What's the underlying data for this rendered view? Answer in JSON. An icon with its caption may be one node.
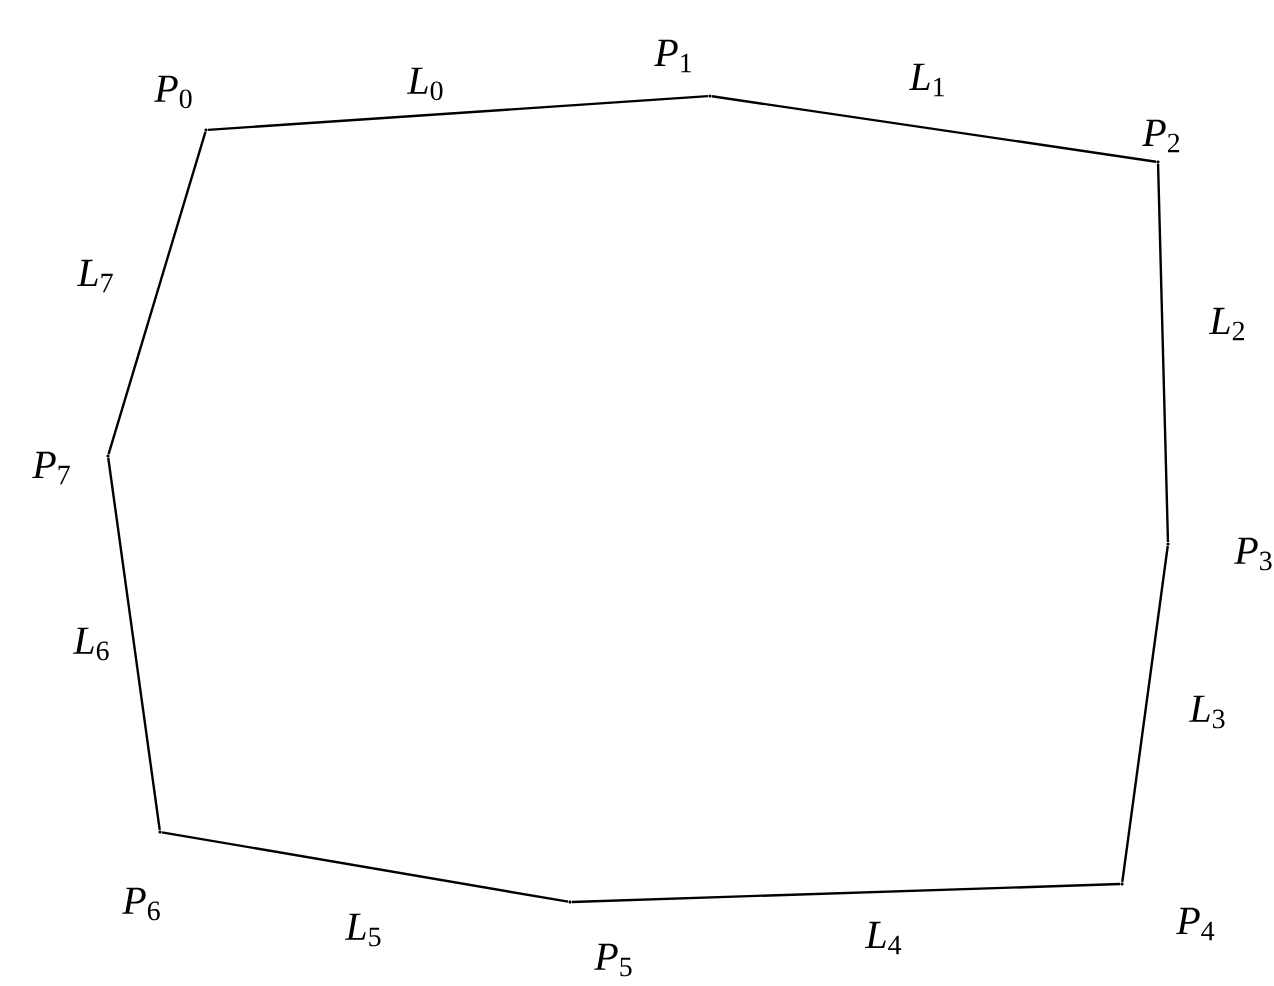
{
  "diagram": {
    "nodes": [
      {
        "text": [],
        "shape": "point",
        "beside": [
          "*P*$_{0}$"
        ]
      },
      {
        "text": [],
        "shape": "point",
        "beside": [
          "*P*$_{1}$"
        ]
      },
      {
        "text": [],
        "shape": "point",
        "beside": [
          "*P*$_{2}$"
        ]
      },
      {
        "text": [],
        "shape": "point",
        "beside": [
          "*P*$_{3}$"
        ]
      },
      {
        "text": [],
        "shape": "point",
        "beside": [
          "*P*$_{4}$"
        ]
      },
      {
        "text": [],
        "shape": "point",
        "beside": [
          "*P*$_{5}$"
        ]
      },
      {
        "text": [],
        "shape": "point",
        "beside": [
          "*P*$_{6}$"
        ]
      },
      {
        "text": [],
        "shape": "point",
        "beside": [
          "*P*$_{7}$"
        ]
      }
    ],
    "edges": [
      {
        "from": 0,
        "to": 1,
        "arrow": "none",
        "label": "*L*$_{0}$"
      },
      {
        "from": 1,
        "to": 2,
        "arrow": "none",
        "label": "*L*$_{1}$"
      },
      {
        "from": 2,
        "to": 3,
        "arrow": "none",
        "label": "*L*$_{2}$"
      },
      {
        "from": 3,
        "to": 4,
        "arrow": "none",
        "label": "*L*$_{3}$"
      },
      {
        "from": 4,
        "to": 5,
        "arrow": "none",
        "label": "*L*$_{4}$"
      },
      {
        "from": 5,
        "to": 6,
        "arrow": "none",
        "label": "*L*$_{5}$"
      },
      {
        "from": 6,
        "to": 7,
        "arrow": "none",
        "label": "*L*$_{6}$"
      },
      {
        "from": 7,
        "to": 0,
        "arrow": "none",
        "label": "*L*$_{7}$"
      }
    ]
  }
}
